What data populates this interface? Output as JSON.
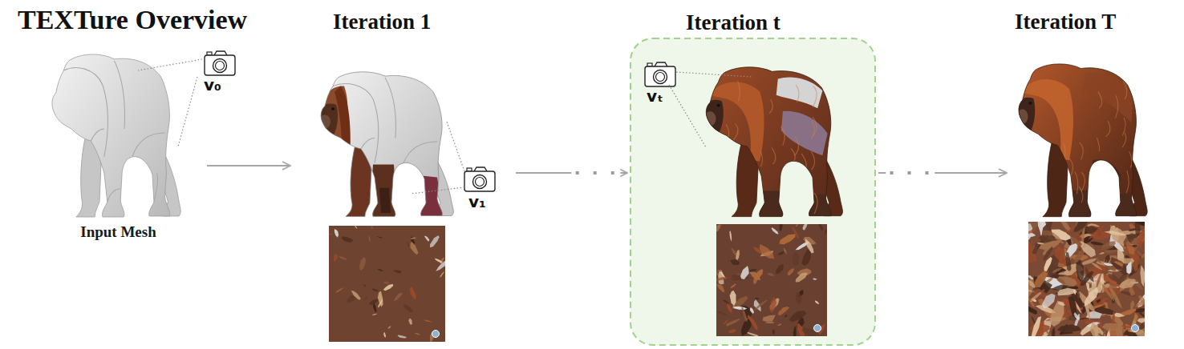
{
  "diagram": {
    "title": "TEXTure Overview",
    "nodes": [
      {
        "text": [
          "Input Mesh"
        ]
      },
      {
        "text": [
          "Iteration 1"
        ]
      },
      {
        "text": [
          "Iteration t"
        ]
      },
      {
        "text": [
          "Iteration T"
        ]
      }
    ],
    "edges": [
      {
        "from": 0,
        "to": 1,
        "arrow": "to"
      },
      {
        "from": 1,
        "to": 2,
        "arrow": "to",
        "label": "· · ·"
      },
      {
        "from": 2,
        "to": 3,
        "arrow": "to",
        "label": "· · ·"
      }
    ],
    "labels": [
      "v₀",
      "v₁",
      "vₜ"
    ]
  }
}
